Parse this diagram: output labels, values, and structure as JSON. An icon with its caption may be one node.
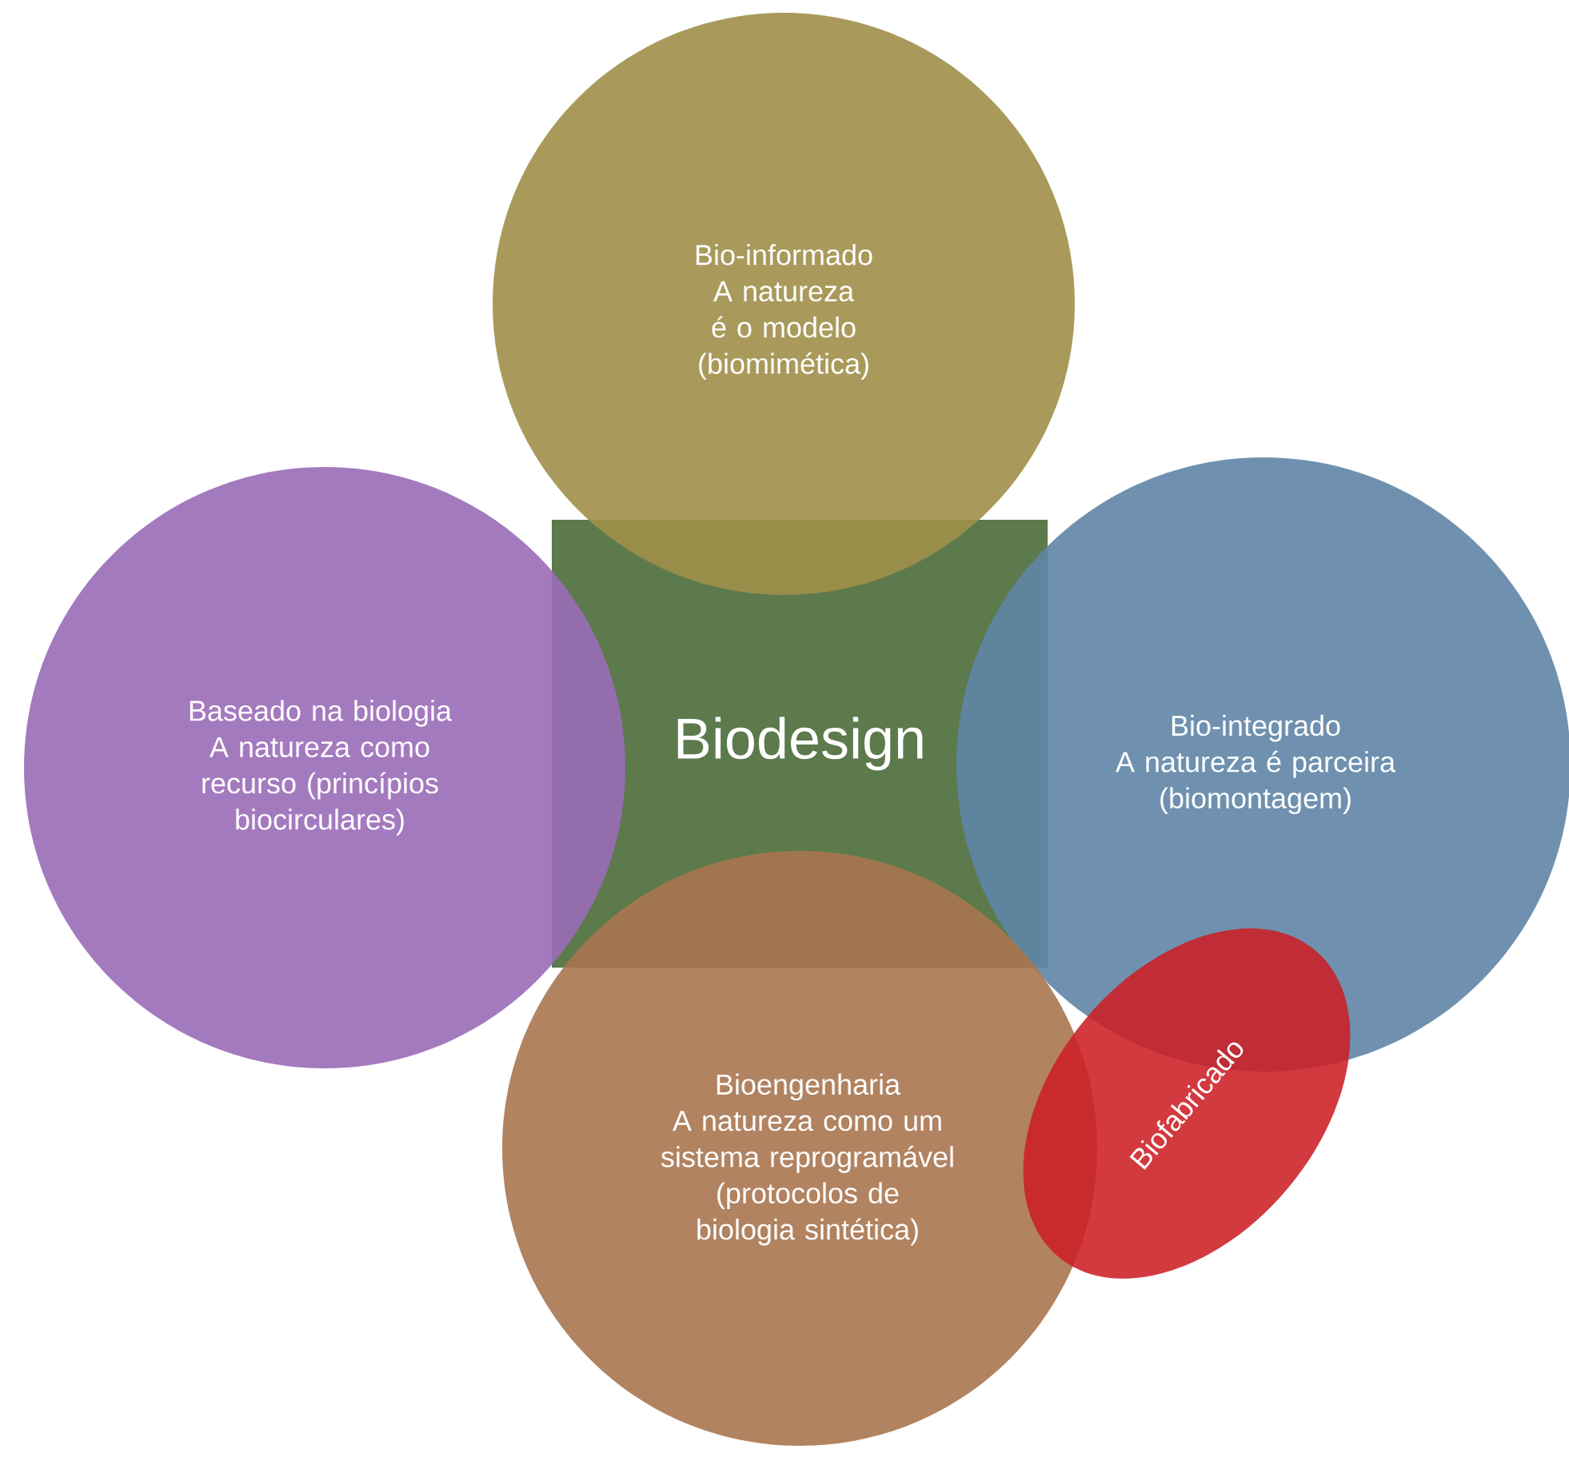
{
  "diagram": {
    "nodes": [
      {
        "text": [
          "Bio-informado",
          "A natureza é o modelo (biomimética)"
        ]
      },
      {
        "text": [
          "Baseado na biologia",
          "A natureza como recurso (princípios biocirculares)"
        ]
      },
      {
        "text": [
          "Bio-integrado",
          "A natureza é parceira (biomontagem)"
        ]
      },
      {
        "text": [
          "Bioengenharia",
          "A natureza como um sistema reprogramável (protocolos de biologia sintética)"
        ]
      },
      {
        "text": [
          "Biofabricado"
        ]
      }
    ],
    "labels": [
      "Biodesign"
    ]
  }
}
